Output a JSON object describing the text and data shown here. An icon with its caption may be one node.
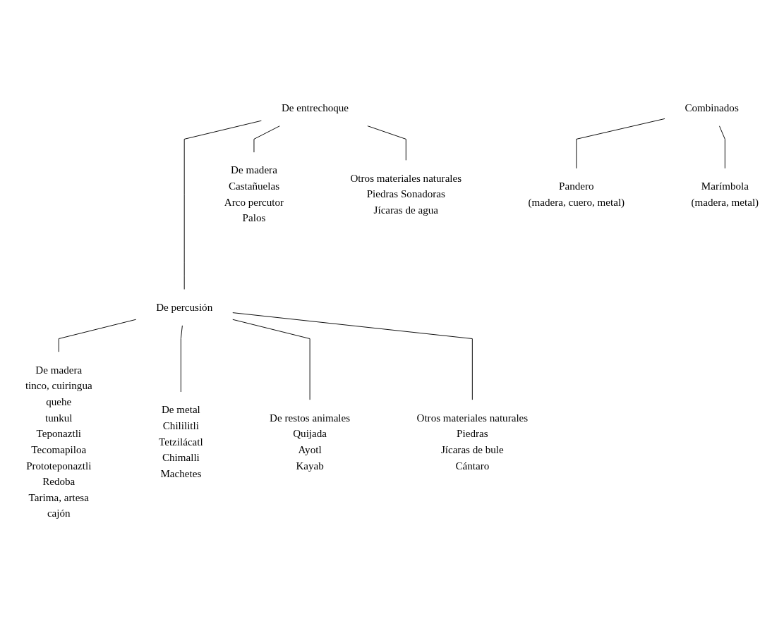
{
  "diagram": {
    "nodes": [
      {
        "text": [
          "De entrechoque"
        ]
      },
      {
        "text": [
          "De percusión"
        ]
      },
      {
        "text": [
          "De madera",
          "Castañuelas",
          "Arco percutor",
          "Palos"
        ]
      },
      {
        "text": [
          "Otros materiales naturales",
          "Piedras Sonadoras",
          "Jícaras de agua"
        ]
      },
      {
        "text": [
          "De madera",
          "tinco, cuiringua",
          "quehe",
          "tunkul",
          "Teponaztli",
          "Tecomapiloa",
          "Prototeponaztli",
          "Redoba",
          "Tarima, artesa",
          "cajón"
        ]
      },
      {
        "text": [
          "De metal",
          "Chililitli",
          "Tetzilácatl",
          "Chimalli",
          "Machetes"
        ]
      },
      {
        "text": [
          "De restos animales",
          "Quijada",
          "Ayotl",
          "Kayab"
        ]
      },
      {
        "text": [
          "Otros materiales naturales",
          "Piedras",
          "Jícaras de bule",
          "Cántaro"
        ]
      },
      {
        "text": [
          "Combinados"
        ]
      },
      {
        "text": [
          "Pandero",
          "(madera, cuero, metal)"
        ]
      },
      {
        "text": [
          "Marímbola",
          "(madera, metal)"
        ]
      }
    ],
    "edges": [
      {
        "from": 0,
        "to": 1,
        "arrow": "none"
      },
      {
        "from": 0,
        "to": 2,
        "arrow": "none"
      },
      {
        "from": 0,
        "to": 3,
        "arrow": "none"
      },
      {
        "from": 1,
        "to": 4,
        "arrow": "none"
      },
      {
        "from": 1,
        "to": 5,
        "arrow": "none"
      },
      {
        "from": 1,
        "to": 6,
        "arrow": "none"
      },
      {
        "from": 1,
        "to": 7,
        "arrow": "none"
      },
      {
        "from": 8,
        "to": 9,
        "arrow": "none"
      },
      {
        "from": 8,
        "to": 10,
        "arrow": "none"
      }
    ]
  }
}
